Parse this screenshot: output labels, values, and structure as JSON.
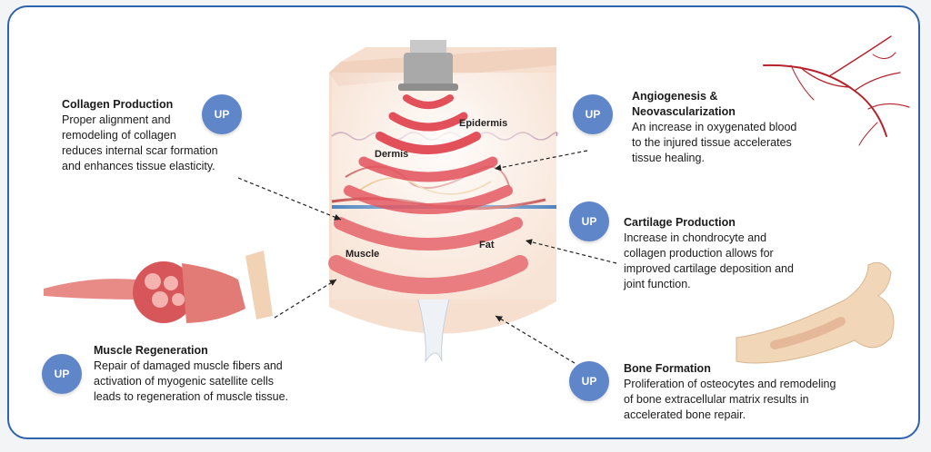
{
  "badge_text": "UP",
  "layers": {
    "epidermis": "Epidermis",
    "dermis": "Dermis",
    "muscle": "Muscle",
    "fat": "Fat"
  },
  "blocks": {
    "collagen": {
      "title": "Collagen Production",
      "desc": [
        "Proper alignment and",
        "remodeling of collagen",
        "reduces internal scar formation",
        "and enhances tissue elasticity."
      ]
    },
    "angiogenesis": {
      "title": [
        "Angiogenesis &",
        "Neovascularization"
      ],
      "desc": [
        "An increase in oxygenated blood",
        "to the injured tissue accelerates",
        "tissue healing."
      ]
    },
    "cartilage": {
      "title": "Cartilage Production",
      "desc": [
        "Increase in chondrocyte and",
        "collagen production allows for",
        "improved cartilage deposition and",
        "joint function."
      ]
    },
    "muscle": {
      "title": "Muscle Regeneration",
      "desc": [
        "Repair of damaged muscle fibers and",
        "activation of myogenic satellite cells",
        "leads to regeneration of muscle tissue."
      ]
    },
    "bone": {
      "title": "Bone Formation",
      "desc": [
        "Proliferation of osteocytes and remodeling",
        "of bone extracellular matrix results in",
        "accelerated bone repair."
      ]
    }
  },
  "colors": {
    "badge": "#5f86c9",
    "border": "#2f63ad",
    "wave": "#e2505a",
    "skin": "#f6dfcf"
  }
}
